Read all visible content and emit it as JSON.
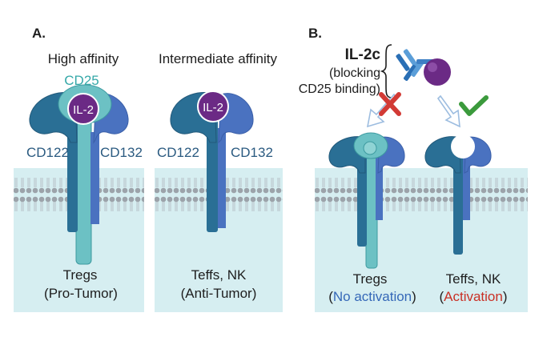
{
  "panel_a": {
    "tag": "A.",
    "left": {
      "title": "High affinity",
      "cd25": "CD25",
      "il2": "IL-2",
      "cd122": "CD122",
      "cd132": "CD132",
      "cell": "Tregs",
      "role": "(Pro-Tumor)"
    },
    "right": {
      "title": "Intermediate affinity",
      "il2": "IL-2",
      "cd122": "CD122",
      "cd132": "CD132",
      "cell": "Teffs, NK",
      "role": "(Anti-Tumor)"
    }
  },
  "panel_b": {
    "tag": "B.",
    "il2c_title": "IL-2c",
    "il2c_line1": "(blocking",
    "il2c_line2": "CD25 binding)",
    "left": {
      "cell": "Tregs",
      "paren_open": "(",
      "status": "No activation",
      "paren_close": ")"
    },
    "right": {
      "cell": "Teffs, NK",
      "paren_open": "(",
      "status": "Activation",
      "paren_close": ")"
    }
  },
  "colors": {
    "membrane_bg": "#d6eef1",
    "cd122": "#2a6f95",
    "cd132": "#4a72c0",
    "cd25": "#6cc1c4",
    "il2": "#6b2a85",
    "cross": "#d23a35",
    "check": "#3b9a3c",
    "no_activation_text": "#3568b8",
    "activation_text": "#c93025"
  }
}
